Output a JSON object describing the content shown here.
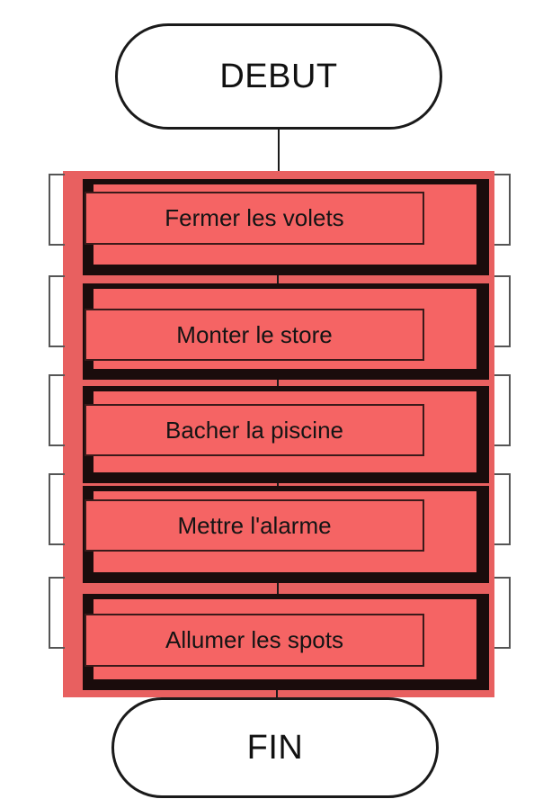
{
  "start_label": "DEBUT",
  "end_label": "FIN",
  "steps": [
    {
      "label": "Fermer les volets"
    },
    {
      "label": "Monter le store"
    },
    {
      "label": "Bacher la piscine"
    },
    {
      "label": "Mettre l'alarme"
    },
    {
      "label": "Allumer les spots"
    }
  ],
  "colors": {
    "panel": "#e86060",
    "step_fill": "#f56464",
    "step_frame": "#1a0c0c",
    "line": "#1a1a1a"
  }
}
